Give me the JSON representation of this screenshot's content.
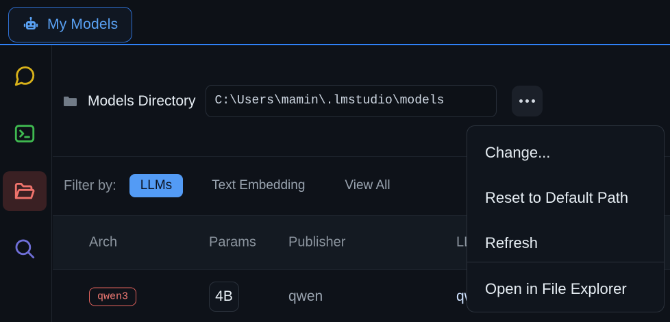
{
  "window": {
    "accent_blue": "#2f81f7",
    "background": "#0e1219"
  },
  "tabbar": {
    "tabs": [
      {
        "label": "My Models",
        "icon": "robot-icon",
        "active": true
      }
    ]
  },
  "sidebar": {
    "items": [
      {
        "name": "chat",
        "icon": "chat-bubble-icon",
        "color": "#d8b21a",
        "active": false
      },
      {
        "name": "developer",
        "icon": "terminal-icon",
        "color": "#3fb950",
        "active": false
      },
      {
        "name": "my-models",
        "icon": "folder-open-icon",
        "color": "#f0736c",
        "active": true
      },
      {
        "name": "discover",
        "icon": "search-icon",
        "color": "#6f6fd8",
        "active": false
      }
    ]
  },
  "main": {
    "models_directory": {
      "icon": "folder-icon",
      "label": "Models Directory",
      "path_value": "C:\\Users\\mamin\\.lmstudio\\models",
      "path_placeholder": "C:\\Users\\mamin\\.lmstudio\\models",
      "more_button_label": "..."
    },
    "filter": {
      "label": "Filter by:",
      "options": [
        {
          "label": "LLMs",
          "active": true
        },
        {
          "label": "Text Embedding",
          "active": false
        },
        {
          "label": "View All",
          "active": false
        }
      ]
    },
    "table": {
      "columns": [
        "Arch",
        "Params",
        "Publisher",
        "LL"
      ],
      "rows": [
        {
          "arch": "qwen3",
          "params": "4B",
          "publisher": "qwen",
          "llm": "qw"
        }
      ]
    }
  },
  "context_menu": {
    "items": [
      {
        "label": "Change...",
        "separator_after": false
      },
      {
        "label": "Reset to Default Path",
        "separator_after": false
      },
      {
        "label": "Refresh",
        "separator_after": true
      },
      {
        "label": "Open in File Explorer",
        "separator_after": false
      }
    ]
  }
}
